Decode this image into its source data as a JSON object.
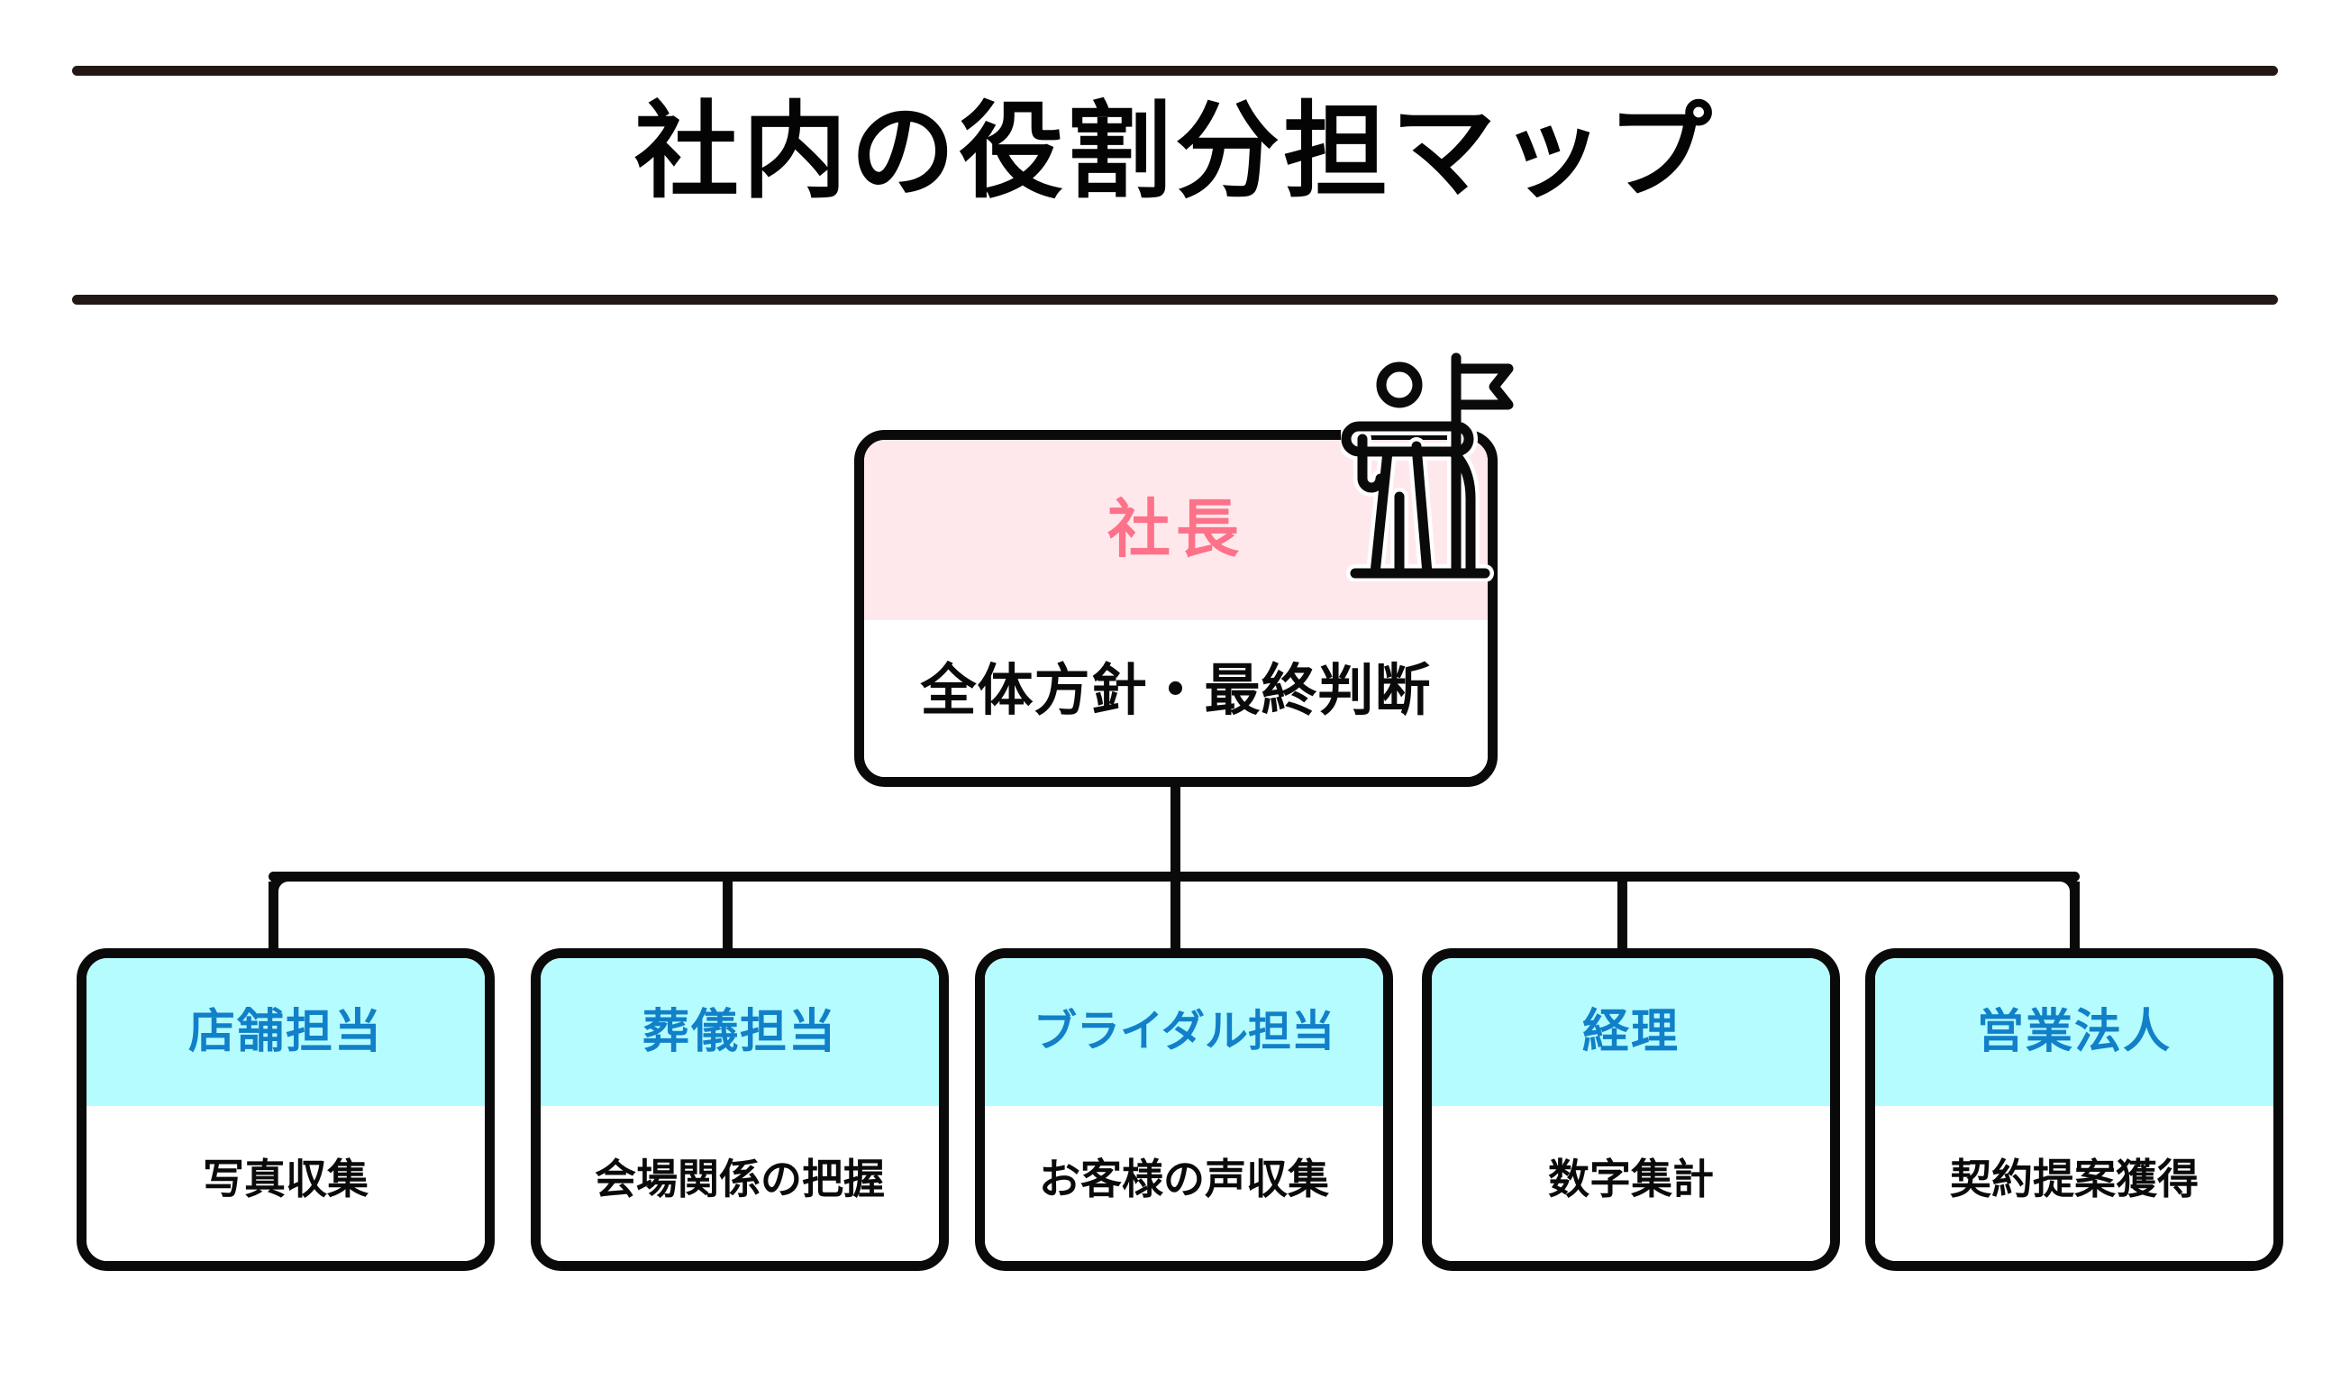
{
  "title": "社内の役割分担マップ",
  "theme": {
    "rule_color": "#231815",
    "root_header_bg": "#ffe8ec",
    "root_header_text": "#fd7289",
    "child_header_bg": "#b5fcff",
    "child_header_text": "#1280c8",
    "body_text": "#0a0a0a",
    "outline": "#0a0a0a",
    "background": "#ffffff"
  },
  "root": {
    "role": "社長",
    "duty": "全体方針・最終判断",
    "icon": "person-with-flag-icon"
  },
  "children": [
    {
      "role": "店舗担当",
      "duty": "写真収集"
    },
    {
      "role": "葬儀担当",
      "duty": "会場関係の把握"
    },
    {
      "role": "ブライダル担当",
      "duty": "お客様の声収集"
    },
    {
      "role": "経理",
      "duty": "数字集計"
    },
    {
      "role": "営業法人",
      "duty": "契約提案獲得"
    }
  ]
}
